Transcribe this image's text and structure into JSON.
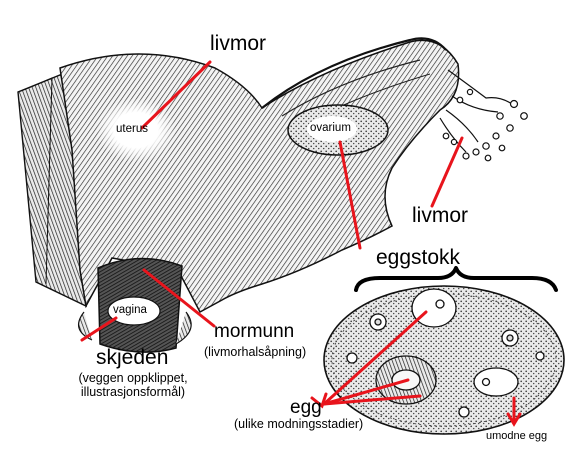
{
  "labels": {
    "livmor_top": "livmor",
    "livmor_right": "livmor",
    "eggstokk": "eggstokk",
    "mormunn": "mormunn",
    "mormunn_sub": "(livmorhalsåpning)",
    "skjeden": "skjeden",
    "skjeden_sub_1": "(veggen oppklippet,",
    "skjeden_sub_2": "illustrasjonsformål)",
    "egg": "egg",
    "egg_sub": "(ulike modningsstadier)",
    "umodne_egg": "umodne egg"
  },
  "inner_labels": {
    "uterus": "uterus",
    "ovarium": "ovarium",
    "vagina": "vagina"
  },
  "colors": {
    "pointer": "#e8141c",
    "ink": "#1a1a1a",
    "paper": "#ffffff"
  }
}
